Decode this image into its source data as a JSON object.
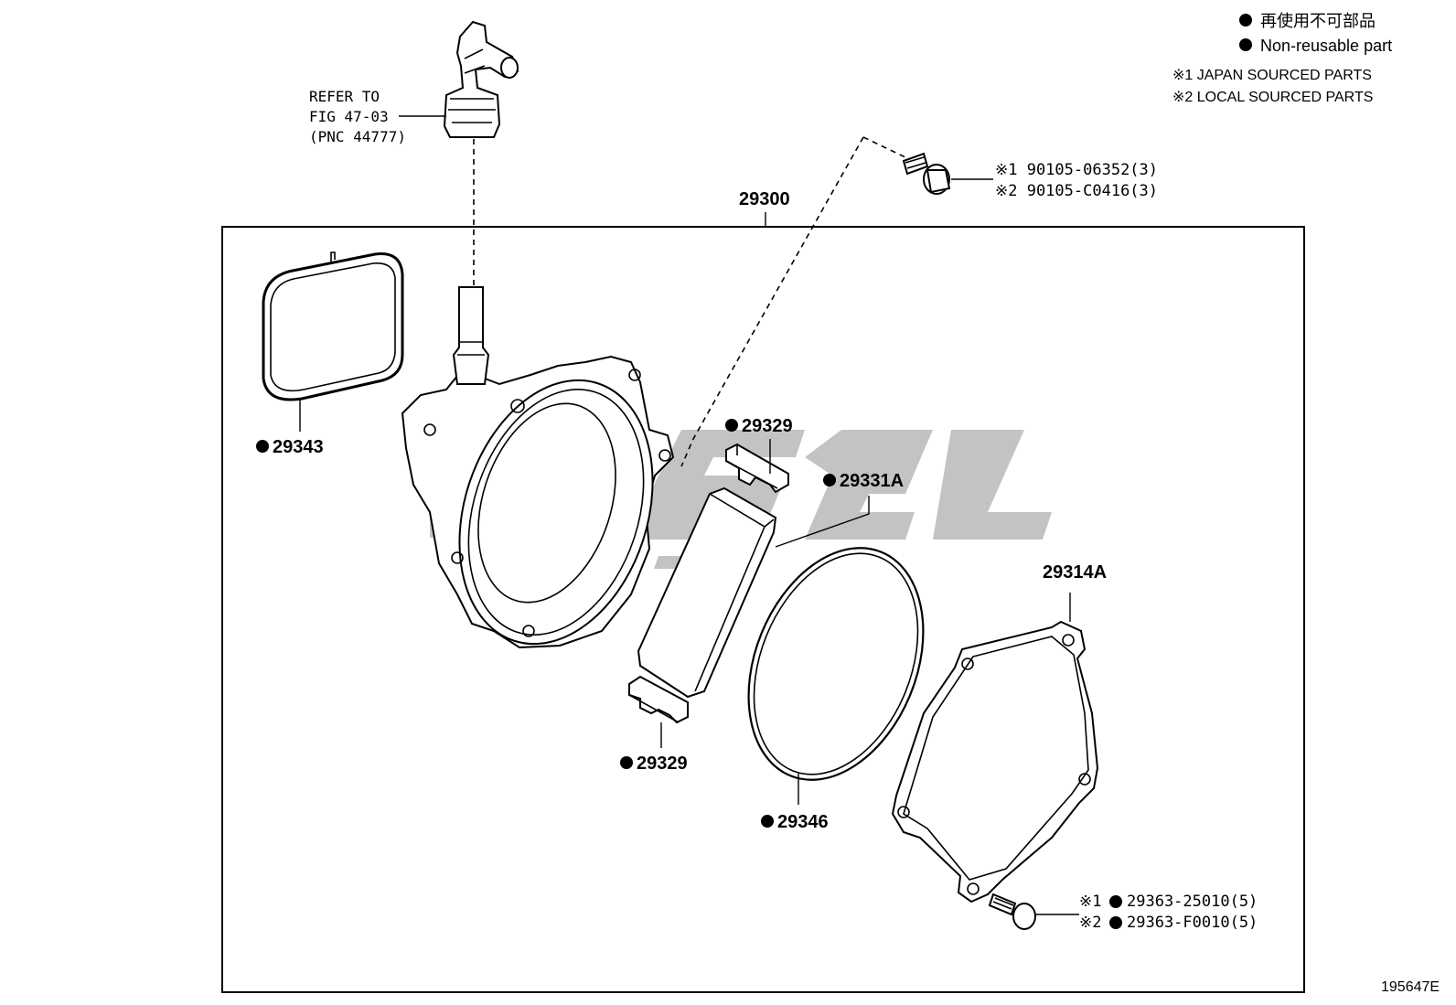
{
  "legend": {
    "jp_label": "再使用不可部品",
    "en_label": "Non-reusable part",
    "note1": "※1 JAPAN SOURCED PARTS",
    "note2": "※2 LOCAL SOURCED PARTS"
  },
  "refer": {
    "line1": "REFER TO",
    "line2": "FIG 47-03",
    "line3": "(PNC 44777)"
  },
  "assembly_label": "29300",
  "parts": {
    "gasket_top": "29343",
    "cap_upper": "29329",
    "vane": "29331A",
    "cover": "29314A",
    "cap_lower": "29329",
    "oring": "29346"
  },
  "bolt_top": {
    "line1": "※1 90105-06352(3)",
    "line2": "※2 90105-C0416(3)"
  },
  "screw_bottom": {
    "prefix1": "※1",
    "prefix2": "※2",
    "line1": "29363-25010(5)",
    "line2": "29363-F0010(5)"
  },
  "figure_id": "195647E",
  "colors": {
    "line": "#000000",
    "watermark": "#b9b9b9",
    "background": "#ffffff"
  }
}
